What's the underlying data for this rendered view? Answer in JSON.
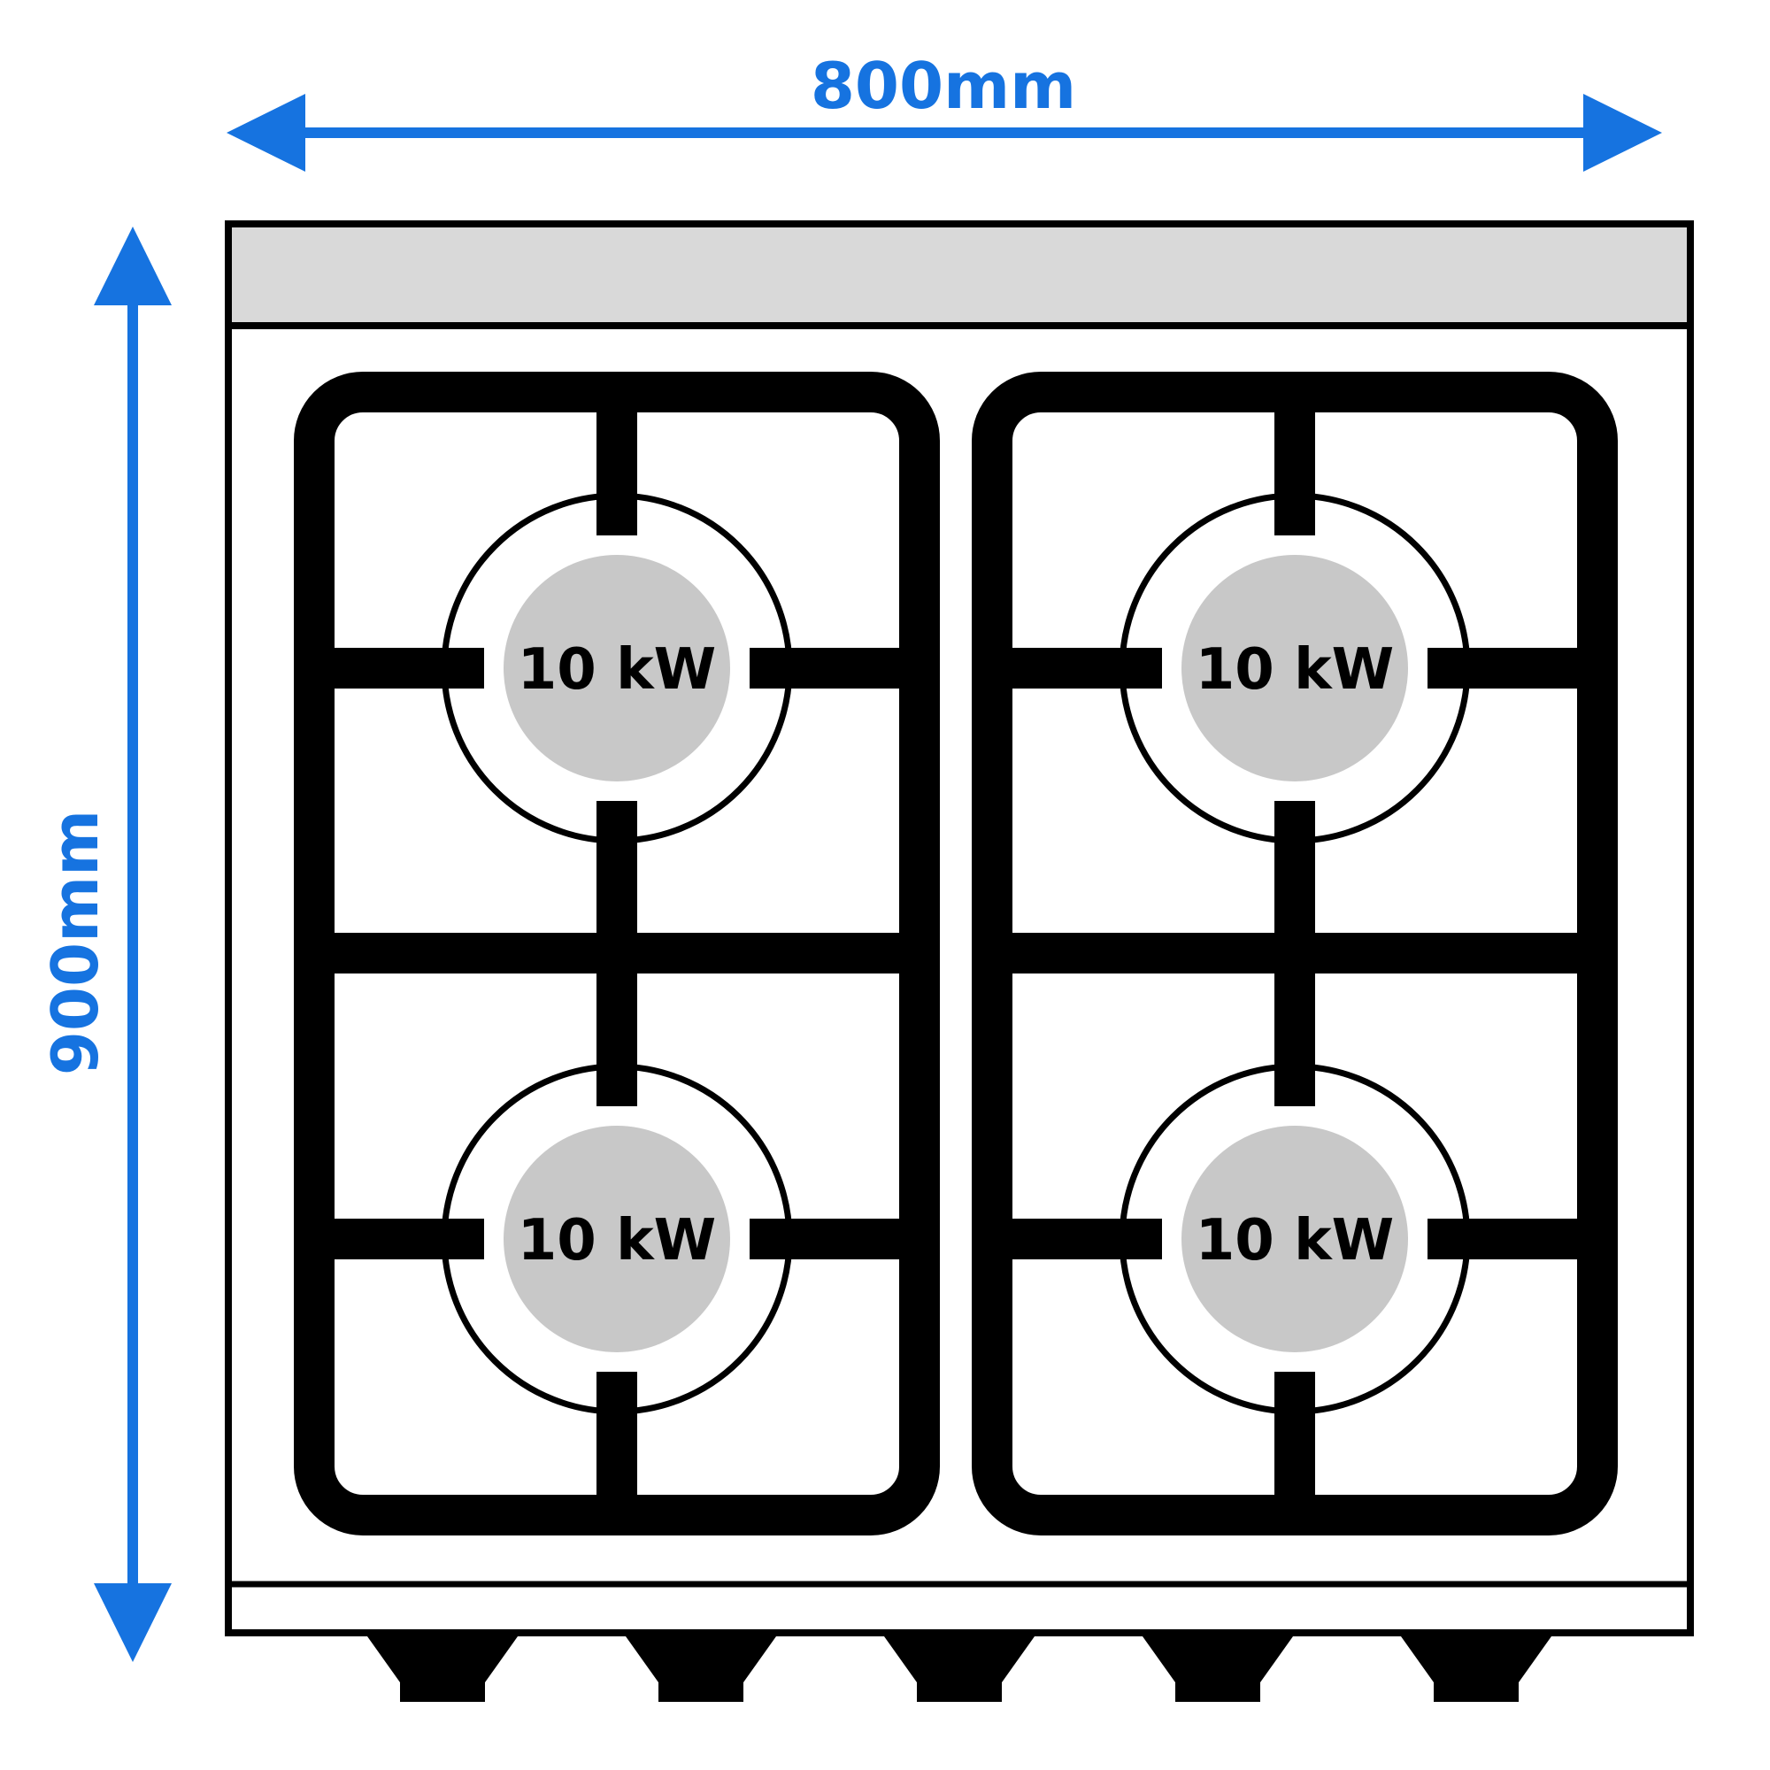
{
  "diagram": {
    "title": "gas-stove-top-view-dimension-diagram",
    "width_dimension": {
      "label": "800mm"
    },
    "height_dimension": {
      "label": "900mm"
    },
    "burners": [
      {
        "position": "top-left",
        "power": "10 kW"
      },
      {
        "position": "top-right",
        "power": "10 kW"
      },
      {
        "position": "bottom-left",
        "power": "10 kW"
      },
      {
        "position": "bottom-right",
        "power": "10 kW"
      }
    ],
    "colors": {
      "accent_blue": "#1673E0",
      "outline_black": "#000000",
      "burner_disc_gray": "#C8C8C8",
      "back_strip_gray": "#D9D9D9",
      "background": "#FFFFFF"
    }
  }
}
